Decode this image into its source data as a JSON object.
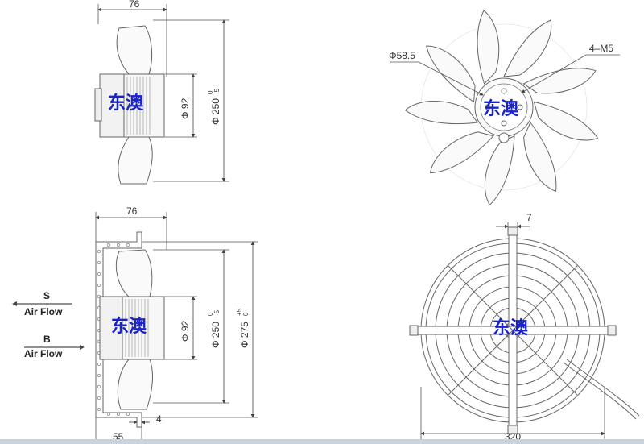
{
  "watermark": "东澳",
  "top_side_view": {
    "width_dim": "76",
    "hub_dia": "Φ 92",
    "fan_dia_main": "Φ 250",
    "fan_dia_tol_upper": "0",
    "fan_dia_tol_lower": "-5"
  },
  "top_front_view": {
    "hub_dia": "Φ58.5",
    "mount": "4–M5"
  },
  "bottom_side_view": {
    "width_dim": "76",
    "hub_dia": "Φ 92",
    "fan_dia_main": "Φ 250",
    "fan_dia_tol_upper": "0",
    "fan_dia_tol_lower": "-5",
    "guard_dia_main": "Φ 275",
    "guard_dia_tol_upper": "+5",
    "guard_dia_tol_lower": "0",
    "bottom_dim_left": "55",
    "bottom_dim_small": "4"
  },
  "airflow": {
    "s_label": "S",
    "s_text": "Air Flow",
    "b_label": "B",
    "b_text": "Air Flow"
  },
  "bottom_front_view": {
    "top_dim": "7",
    "bottom_dim": "320"
  }
}
